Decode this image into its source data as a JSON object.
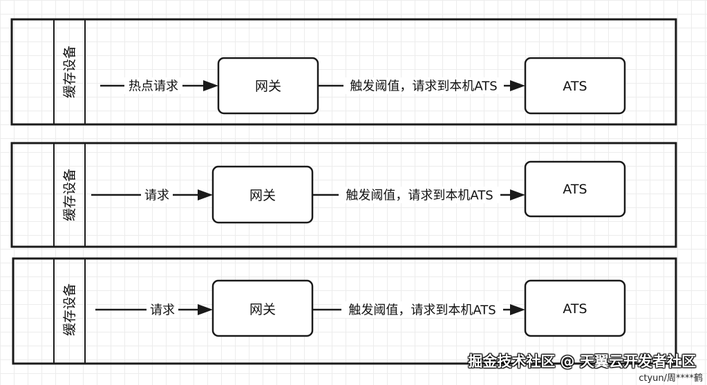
{
  "lanes": [
    {
      "title": "缓存设备",
      "source_label": "热点请求",
      "gateway": "网关",
      "trigger_label": "触发阈值，请求到本机ATS",
      "target": "ATS"
    },
    {
      "title": "缓存设备",
      "source_label": "请求",
      "gateway": "网关",
      "trigger_label": "触发阈值，请求到本机ATS",
      "target": "ATS"
    },
    {
      "title": "缓存设备",
      "source_label": "请求",
      "gateway": "网关",
      "trigger_label": "触发阈值，请求到本机ATS",
      "target": "ATS"
    }
  ],
  "watermark": "掘金技术社区 @ 天翼云开发者社区",
  "author": "ctyun/周****鹤"
}
